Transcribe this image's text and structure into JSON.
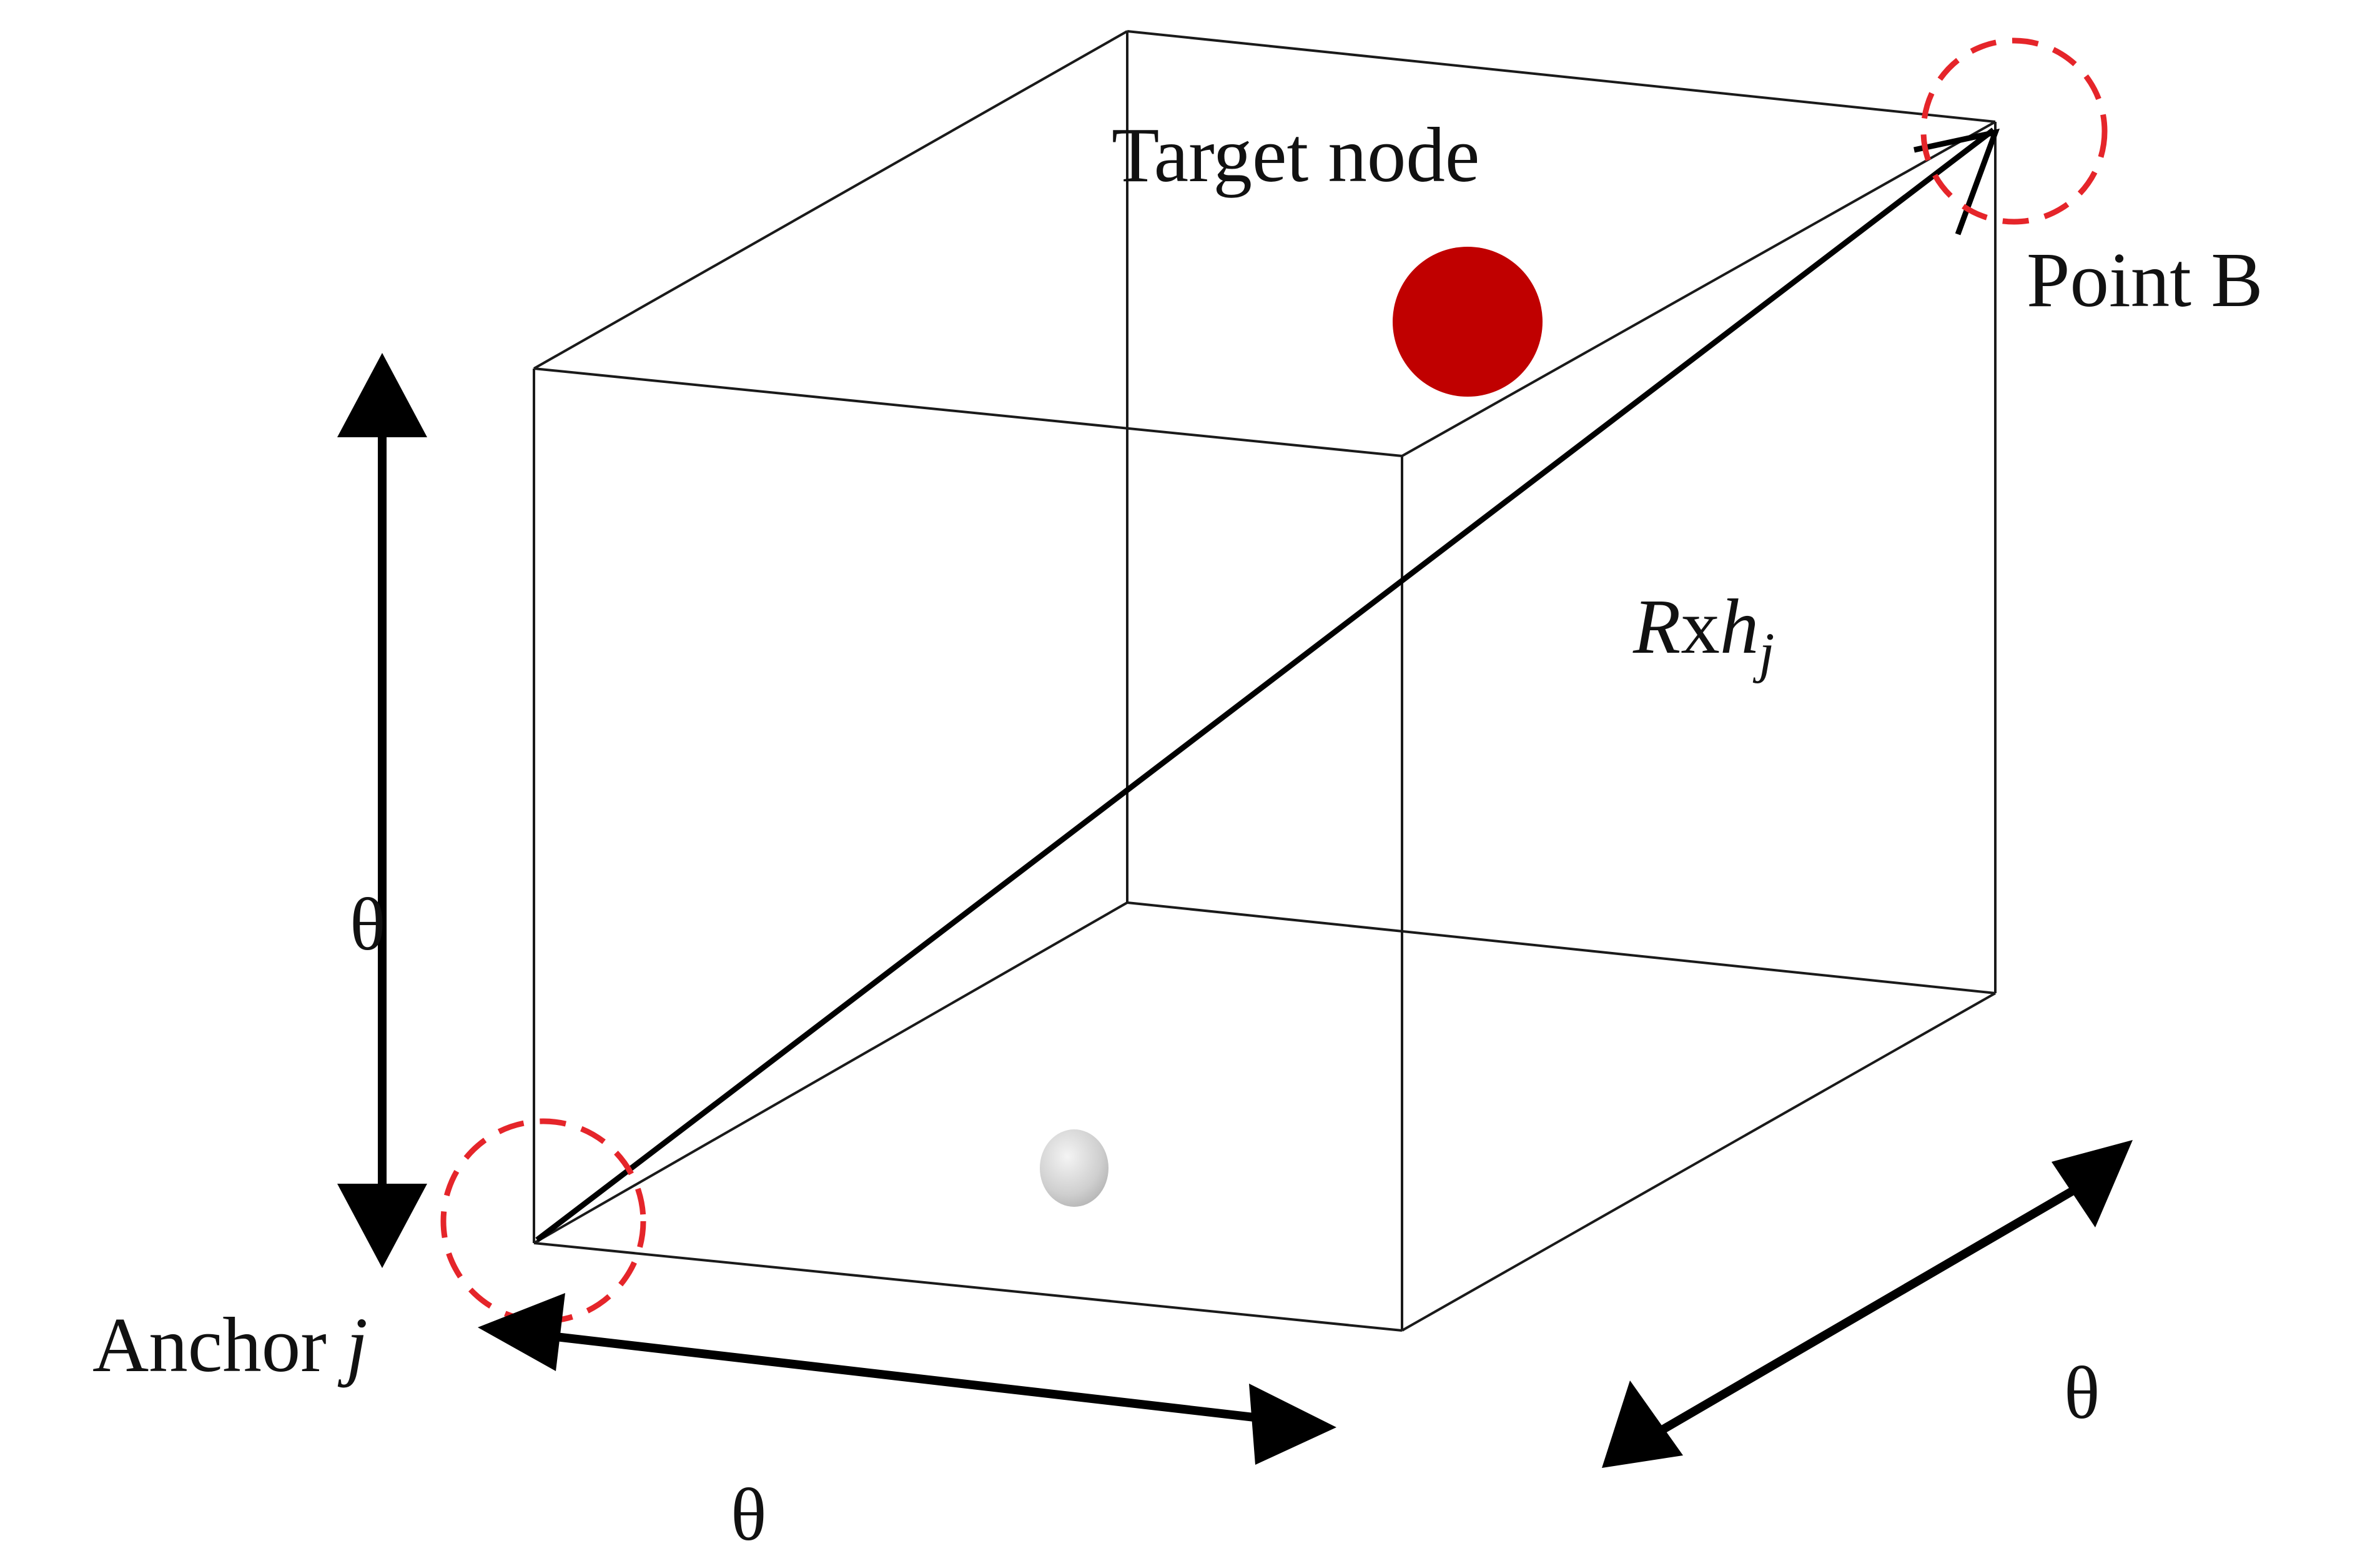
{
  "labels": {
    "target_node": "Target node",
    "point_b": "Point B",
    "anchor_text": "Anchor ",
    "anchor_index": "j",
    "range_r": "R",
    "range_x": "x",
    "range_h": "h",
    "range_sub": "j",
    "theta_vertical": "θ",
    "theta_bottom": "θ",
    "theta_right": "θ"
  },
  "colors": {
    "edge": "#1a1a1a",
    "arrow": "#000000",
    "target": "#c00000",
    "dashed_circle": "#e5252a",
    "anchor_dot": "#d2d2d2"
  }
}
